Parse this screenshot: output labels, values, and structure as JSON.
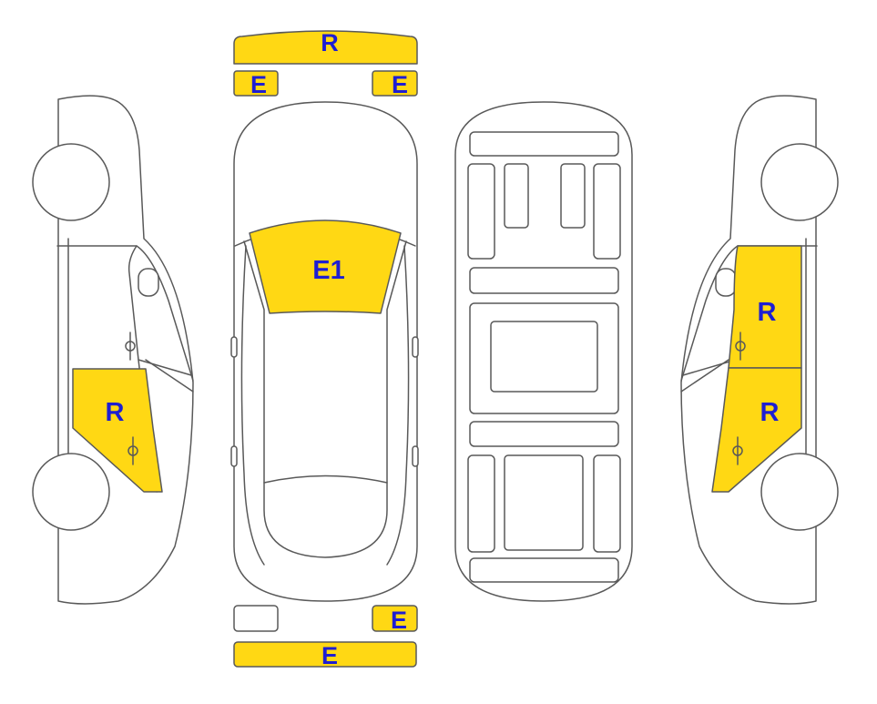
{
  "colors": {
    "marked": "#FFD814",
    "unmarked": "#FFFFFF",
    "outline": "#595959",
    "label": "#1E1ED2"
  },
  "parts": {
    "front_bumper": {
      "label": "R",
      "marked": true
    },
    "front_left_light": {
      "label": "E",
      "marked": true
    },
    "front_right_light": {
      "label": "E",
      "marked": true
    },
    "windshield": {
      "label": "E1",
      "marked": true
    },
    "rear_left_light": {
      "label": "",
      "marked": false
    },
    "rear_right_light": {
      "label": "E",
      "marked": true
    },
    "rear_bumper": {
      "label": "E",
      "marked": true
    },
    "left_rear_door": {
      "label": "R",
      "marked": true
    },
    "right_front_door": {
      "label": "R",
      "marked": true
    },
    "right_rear_door": {
      "label": "R",
      "marked": true
    }
  }
}
